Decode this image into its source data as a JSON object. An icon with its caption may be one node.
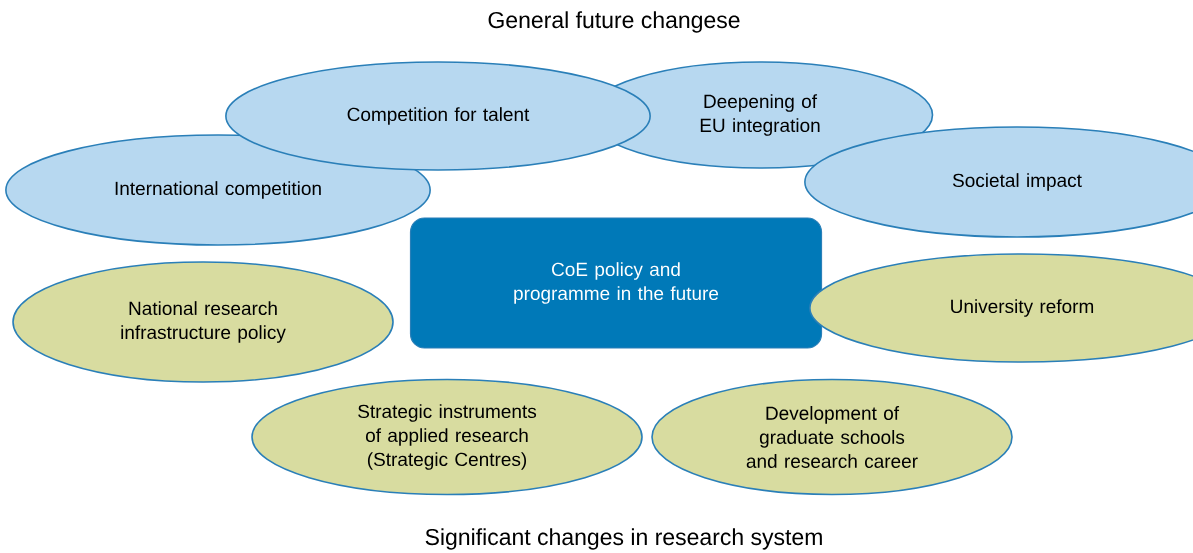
{
  "diagram": {
    "title": "General future changese",
    "caption": "Significant changes in research system",
    "nodes": [
      {
        "text": [
          "Competition for talent"
        ]
      },
      {
        "text": [
          "Deepening of EU integration"
        ]
      },
      {
        "text": [
          "International competition"
        ]
      },
      {
        "text": [
          "Societal impact"
        ]
      },
      {
        "text": [
          "CoE policy and programme in the future"
        ]
      },
      {
        "text": [
          "National research infrastructure policy"
        ]
      },
      {
        "text": [
          "University reform"
        ]
      },
      {
        "text": [
          "Strategic instruments of applied research (Strategic Centres)"
        ]
      },
      {
        "text": [
          "Development of graduate schools and research career"
        ]
      }
    ]
  }
}
